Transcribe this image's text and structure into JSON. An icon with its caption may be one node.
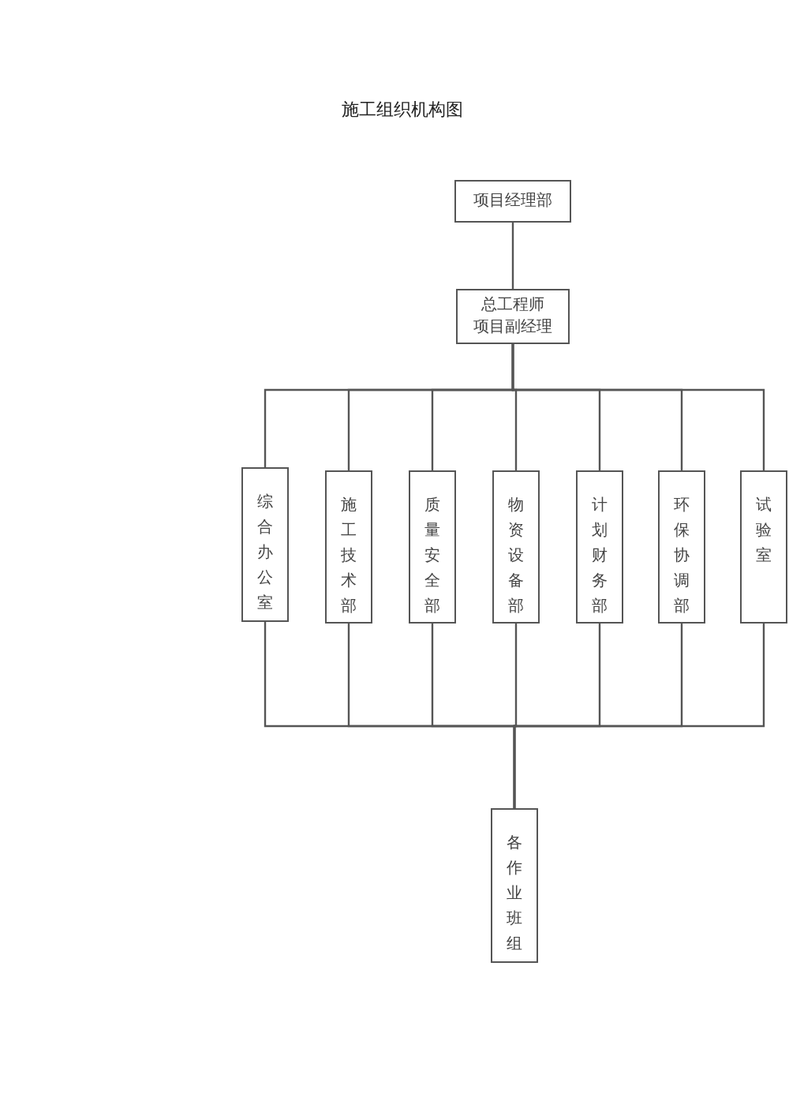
{
  "diagram": {
    "title": "施工组织机构图",
    "nodes": [
      {
        "text": [
          "项目经理部"
        ]
      },
      {
        "text": [
          "总工程师",
          "项目副经理"
        ]
      },
      {
        "text": [
          "综合办公室"
        ]
      },
      {
        "text": [
          "施工技术部"
        ]
      },
      {
        "text": [
          "质量安全部"
        ]
      },
      {
        "text": [
          "物资设备部"
        ]
      },
      {
        "text": [
          "计划财务部"
        ]
      },
      {
        "text": [
          "环保协调部"
        ]
      },
      {
        "text": [
          "试验室"
        ]
      },
      {
        "text": [
          "各作业班组"
        ]
      }
    ],
    "edges": [
      {
        "from": 0,
        "to": 1,
        "arrow": "none"
      },
      {
        "from": 1,
        "to": 2,
        "arrow": "none"
      },
      {
        "from": 1,
        "to": 3,
        "arrow": "none"
      },
      {
        "from": 1,
        "to": 4,
        "arrow": "none"
      },
      {
        "from": 1,
        "to": 5,
        "arrow": "none"
      },
      {
        "from": 1,
        "to": 6,
        "arrow": "none"
      },
      {
        "from": 1,
        "to": 7,
        "arrow": "none"
      },
      {
        "from": 1,
        "to": 8,
        "arrow": "none"
      },
      {
        "from": 2,
        "to": 9,
        "arrow": "none"
      },
      {
        "from": 3,
        "to": 9,
        "arrow": "none"
      },
      {
        "from": 4,
        "to": 9,
        "arrow": "none"
      },
      {
        "from": 5,
        "to": 9,
        "arrow": "none"
      },
      {
        "from": 6,
        "to": 9,
        "arrow": "none"
      },
      {
        "from": 7,
        "to": 9,
        "arrow": "none"
      },
      {
        "from": 8,
        "to": 9,
        "arrow": "none"
      }
    ]
  }
}
